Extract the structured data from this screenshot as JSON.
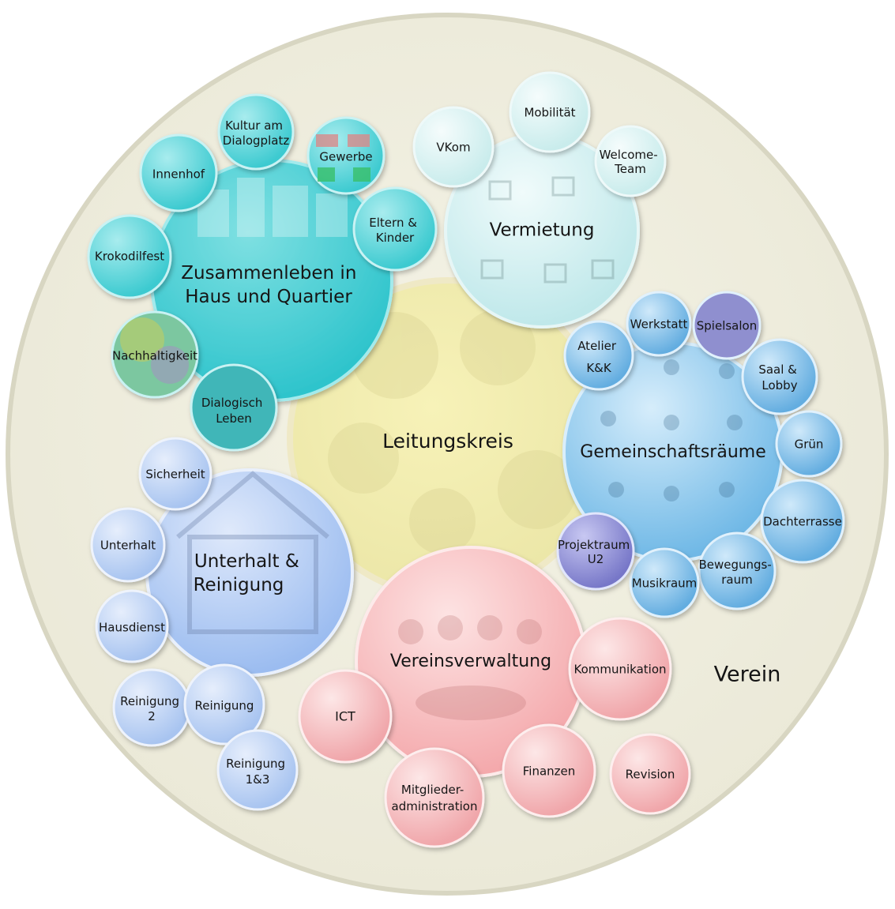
{
  "outer": {
    "label": "Verein"
  },
  "center": {
    "label": "Leitungskreis"
  },
  "groups": [
    {
      "key": "zusammenleben",
      "label": [
        "Zusammenleben in",
        "Haus und Quartier"
      ],
      "color": "#2ec4cc",
      "children": [
        {
          "key": "kultur",
          "label": [
            "Kultur am",
            "Dialogplatz"
          ]
        },
        {
          "key": "gewerbe",
          "label": [
            "Gewerbe"
          ]
        },
        {
          "key": "innenhof",
          "label": [
            "Innenhof"
          ]
        },
        {
          "key": "eltern",
          "label": [
            "Eltern &",
            "Kinder"
          ]
        },
        {
          "key": "krokodilfest",
          "label": [
            "Krokodilfest"
          ]
        },
        {
          "key": "nachhaltigkeit",
          "label": [
            "Nachhaltigkeit"
          ]
        },
        {
          "key": "dialogisch",
          "label": [
            "Dialogisch",
            "Leben"
          ]
        }
      ]
    },
    {
      "key": "vermietung",
      "label": [
        "Vermietung"
      ],
      "color": "#bfe8ea",
      "children": [
        {
          "key": "vkom",
          "label": [
            "VKom"
          ]
        },
        {
          "key": "mobilitaet",
          "label": [
            "Mobilität"
          ]
        },
        {
          "key": "welcome",
          "label": [
            "Welcome-",
            "Team"
          ]
        }
      ]
    },
    {
      "key": "gemeinschaftsraeume",
      "label": [
        "Gemeinschaftsräume"
      ],
      "color": "#6fb8e6",
      "children": [
        {
          "key": "werkstatt",
          "label": [
            "Werkstatt"
          ]
        },
        {
          "key": "spielsalon",
          "label": [
            "Spielsalon"
          ]
        },
        {
          "key": "atelier",
          "label": [
            "Atelier",
            "K&K"
          ]
        },
        {
          "key": "saal",
          "label": [
            "Saal &",
            "Lobby"
          ]
        },
        {
          "key": "gruen",
          "label": [
            "Grün"
          ]
        },
        {
          "key": "dachterrasse",
          "label": [
            "Dachterrasse"
          ]
        },
        {
          "key": "bewegungsraum",
          "label": [
            "Bewegungs-",
            "raum"
          ]
        },
        {
          "key": "musikraum",
          "label": [
            "Musikraum"
          ]
        },
        {
          "key": "projektraum",
          "label": [
            "Projektraum",
            "U2"
          ]
        }
      ]
    },
    {
      "key": "unterhalt",
      "label": [
        "Unterhalt &",
        "Reinigung"
      ],
      "color": "#9bbcf0",
      "children": [
        {
          "key": "sicherheit",
          "label": [
            "Sicherheit"
          ]
        },
        {
          "key": "unterhalt-item",
          "label": [
            "Unterhalt"
          ]
        },
        {
          "key": "hausdienst",
          "label": [
            "Hausdienst"
          ]
        },
        {
          "key": "reinigung2",
          "label": [
            "Reinigung",
            "2"
          ]
        },
        {
          "key": "reinigung",
          "label": [
            "Reinigung"
          ]
        },
        {
          "key": "reinigung13",
          "label": [
            "Reinigung",
            "1&3"
          ]
        }
      ]
    },
    {
      "key": "vereinsverwaltung",
      "label": [
        "Vereinsverwaltung"
      ],
      "color": "#f4a9ac",
      "children": [
        {
          "key": "kommunikation",
          "label": [
            "Kommunikation"
          ]
        },
        {
          "key": "ict",
          "label": [
            "ICT"
          ]
        },
        {
          "key": "finanzen",
          "label": [
            "Finanzen"
          ]
        },
        {
          "key": "revision",
          "label": [
            "Revision"
          ]
        },
        {
          "key": "mitglieder",
          "label": [
            "Mitglieder-",
            "administration"
          ]
        }
      ]
    }
  ]
}
